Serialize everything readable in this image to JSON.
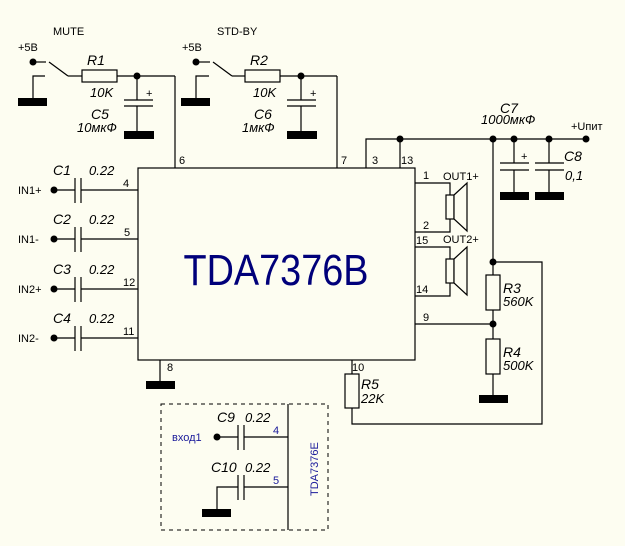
{
  "chip": {
    "name": "TDA7376B"
  },
  "control": {
    "mute": {
      "label": "MUTE",
      "supply": "+5В"
    },
    "standby": {
      "label": "STD-BY",
      "supply": "+5В"
    }
  },
  "supply": {
    "label": "+Uпит"
  },
  "components": {
    "R1": {
      "ref": "R1",
      "value": "10K"
    },
    "R2": {
      "ref": "R2",
      "value": "10K"
    },
    "R3": {
      "ref": "R3",
      "value": "560K"
    },
    "R4": {
      "ref": "R4",
      "value": "500K"
    },
    "R5": {
      "ref": "R5",
      "value": "22K"
    },
    "C1": {
      "ref": "C1",
      "value": "0.22"
    },
    "C2": {
      "ref": "C2",
      "value": "0.22"
    },
    "C3": {
      "ref": "C3",
      "value": "0.22"
    },
    "C4": {
      "ref": "C4",
      "value": "0.22"
    },
    "C5": {
      "ref": "C5",
      "value": "10мкФ"
    },
    "C6": {
      "ref": "C6",
      "value": "1мкФ"
    },
    "C7": {
      "ref": "C7",
      "value": "1000мкФ"
    },
    "C8": {
      "ref": "C8",
      "value": "0,1"
    },
    "C9": {
      "ref": "C9",
      "value": "0.22"
    },
    "C10": {
      "ref": "C10",
      "value": "0.22"
    }
  },
  "inputs": [
    "IN1+",
    "IN1-",
    "IN2+",
    "IN2-"
  ],
  "outputs": {
    "out1": "OUT1+",
    "out2": "OUT2+"
  },
  "pins": {
    "p1": "1",
    "p2": "2",
    "p3": "3",
    "p4": "4",
    "p5": "5",
    "p6": "6",
    "p7": "7",
    "p8": "8",
    "p9": "9",
    "p10": "10",
    "p11": "11",
    "p12": "12",
    "p13": "13",
    "p14": "14",
    "p15": "15"
  },
  "variant": {
    "chip": "TDA7376Е",
    "input_label": "вход1",
    "pin_a": "4",
    "pin_b": "5"
  },
  "polarity": "+"
}
